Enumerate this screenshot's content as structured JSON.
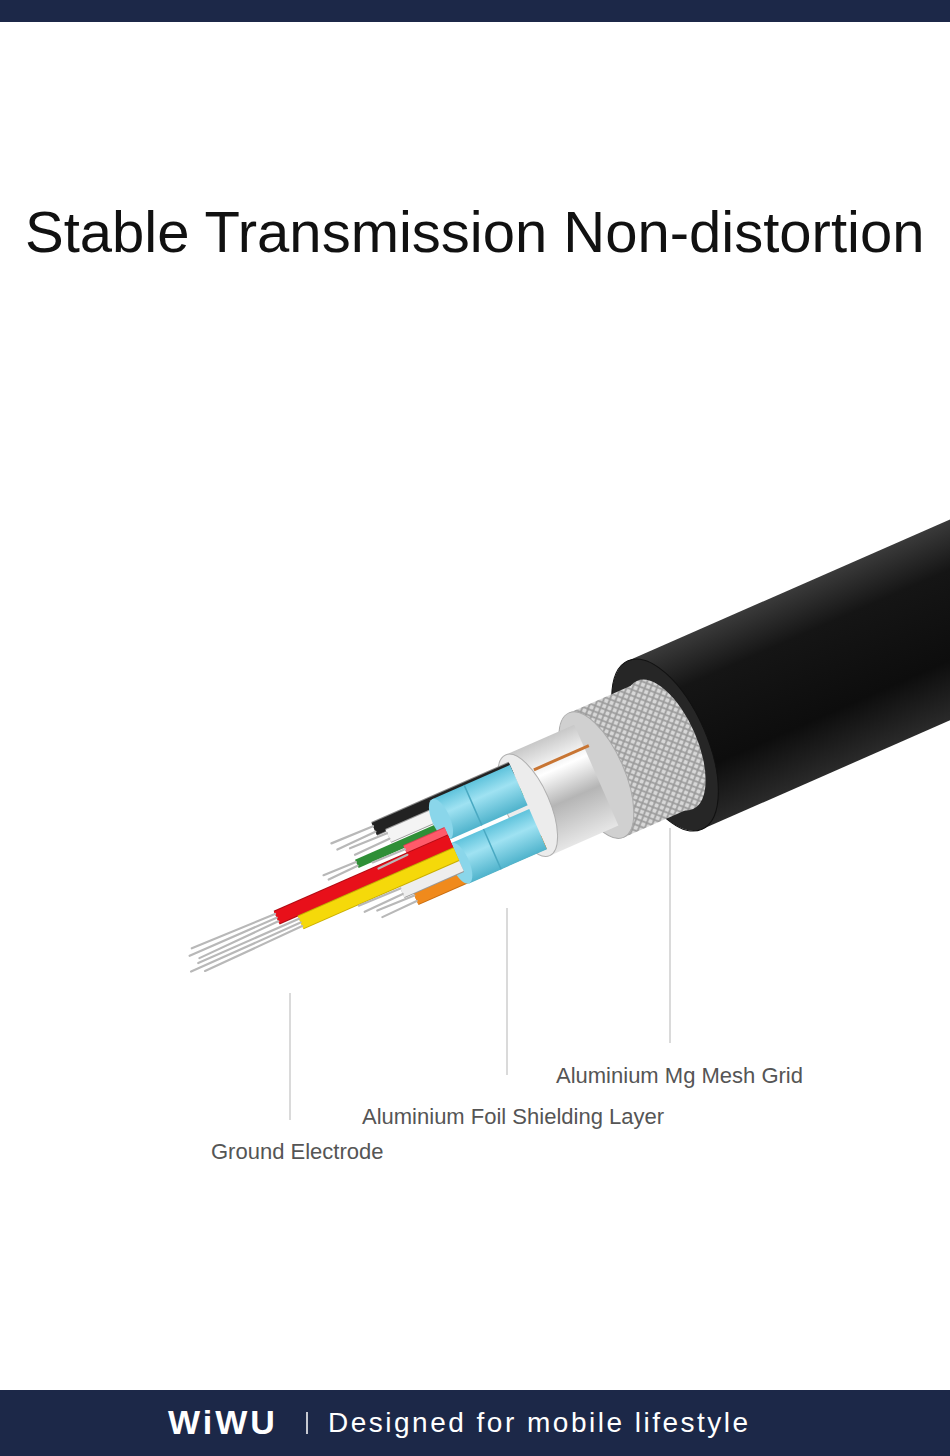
{
  "diagram": {
    "title": "Stable Transmission Non-distortion",
    "labels": [
      "Aluminium Mg Mesh Grid",
      "Aluminium Foil Shielding Layer",
      "Ground Electrode",
      "WiWU",
      "Designed for mobile lifestyle"
    ]
  }
}
